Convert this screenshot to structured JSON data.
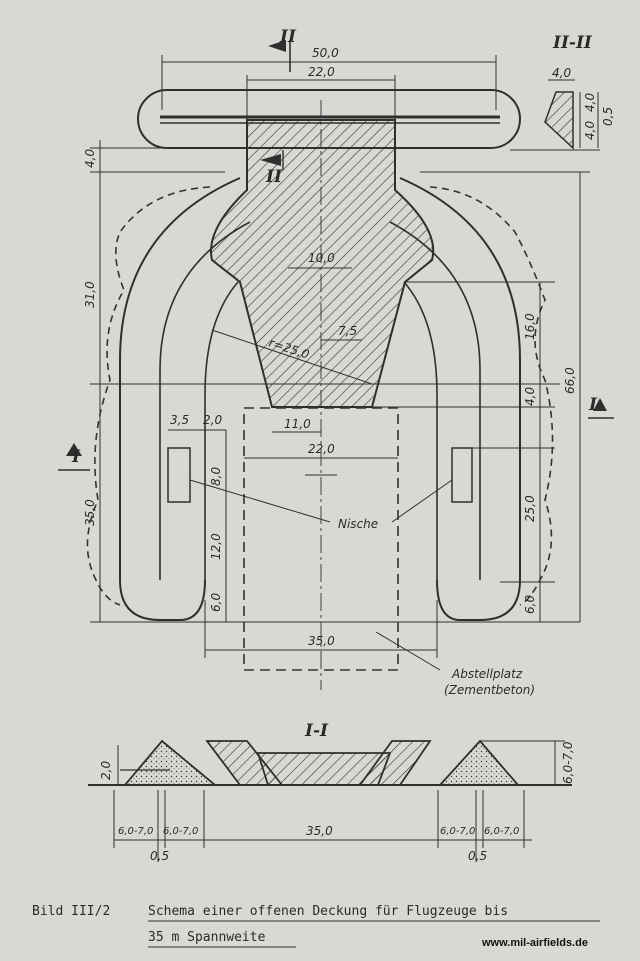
{
  "section_labels": {
    "s2_top": "II",
    "s2_mid": "II",
    "s2_title": "II-II",
    "s1_left": "I",
    "s1_right": "I",
    "s1_title": "I-I"
  },
  "plan_dims": {
    "overall_width": "50,0",
    "top_width": "22,0",
    "left_top": "4,0",
    "left_mid": "31,0",
    "left_low": "35,0",
    "inner_width": "10,0",
    "radius": "r=25,0",
    "half_width": "7,5",
    "neck_width": "11,0",
    "pad_width": "22,0",
    "right_16": "16,0",
    "right_4": "4,0",
    "right_25": "25,0",
    "right_6": "6,0",
    "total_66": "66,0",
    "niche_35": "3,5",
    "niche_20": "2,0",
    "niche_8": "8,0",
    "arm_12": "12,0",
    "arm_6": "6,0",
    "base_35": "35,0"
  },
  "section2_dims": {
    "w": "4,0",
    "h1": "4,0",
    "h2": "4,0",
    "h3": "0,5"
  },
  "labels": {
    "niche": "Nische",
    "parking_1": "Abstellplatz",
    "parking_2": "(Zementbeton)"
  },
  "section1_dims": {
    "left_h": "2,0",
    "right_h": "6,0-7,0",
    "d1": "6,0-7,0",
    "d2": "6,0-7,0",
    "d3": "35,0",
    "d4": "6,0-7,0",
    "d5": "6,0-7,0",
    "s_left": "0,5",
    "s_right": "0,5"
  },
  "caption": {
    "label": "Bild III/2",
    "line1": "Schema einer offenen Deckung für Flugzeuge bis",
    "line2": "35 m Spannweite"
  },
  "credit": "www.mil-airfields.de"
}
